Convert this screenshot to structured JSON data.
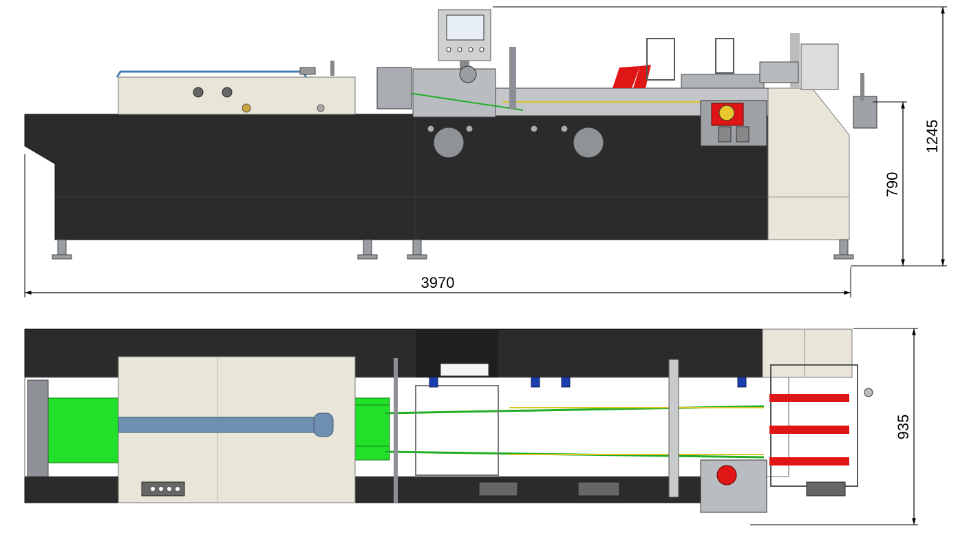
{
  "dimensions": {
    "overall_length": "3970",
    "overall_height": "1245",
    "table_height": "790",
    "overall_width": "935"
  },
  "colors": {
    "body_dark": "#2b2b2b",
    "panel_cream": "#e9e6d9",
    "belt_green": "#22e02a",
    "accent_red": "#e01515",
    "steel_blue": "#6f8fb0",
    "frame_gray": "#8c8f94",
    "motor_blue": "#1c3fb0"
  }
}
